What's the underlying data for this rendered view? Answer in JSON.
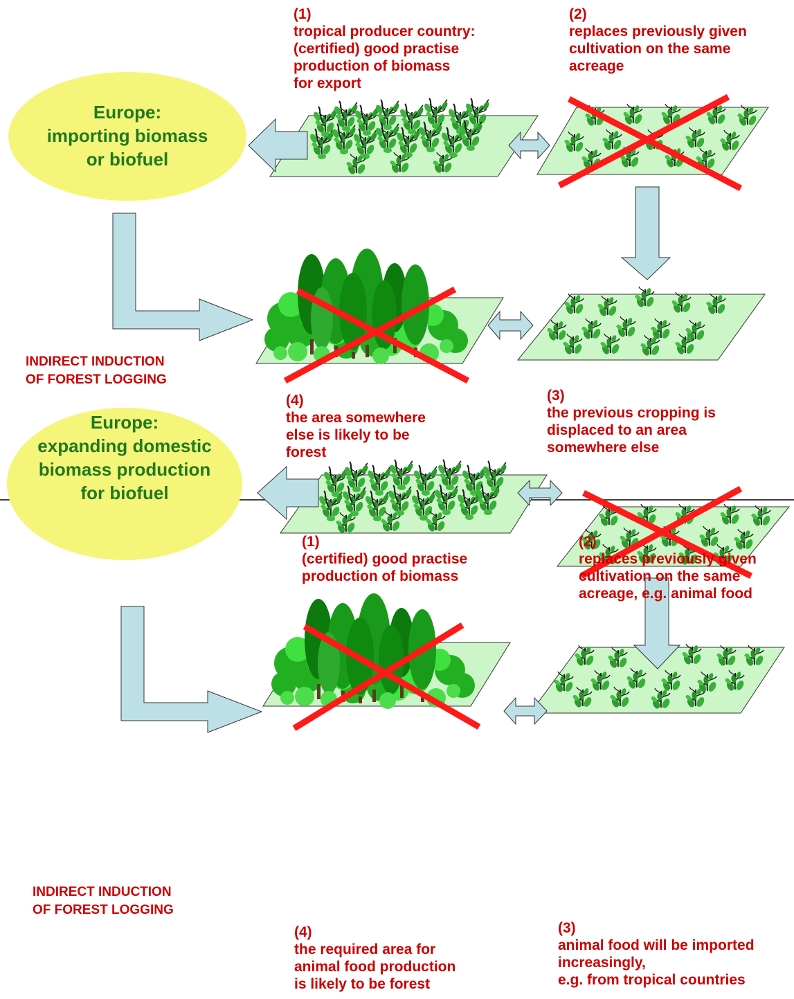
{
  "panels": [
    {
      "europe": {
        "line1": "Europe:",
        "line2": "importing biomass",
        "line3": "or biofuel"
      },
      "step1": {
        "num": "(1)",
        "lines": [
          "tropical producer country:",
          "(certified) good practise",
          "production of biomass",
          "for export"
        ]
      },
      "step2": {
        "num": "(2)",
        "lines": [
          "replaces previously given",
          "cultivation on the same",
          "acreage"
        ]
      },
      "step3": {
        "num": "(3)",
        "lines": [
          "the previous cropping is",
          "displaced to an area",
          "somewhere else"
        ]
      },
      "step4": {
        "num": "(4)",
        "lines": [
          "the area somewhere",
          "else is likely to be",
          "forest"
        ]
      },
      "indirect": {
        "line1": "INDIRECT INDUCTION",
        "line2": "OF FOREST LOGGING"
      }
    },
    {
      "europe": {
        "line1": "Europe:",
        "line2": "expanding domestic",
        "line3": "biomass production",
        "line4": "for biofuel"
      },
      "step1": {
        "num": "(1)",
        "lines": [
          "(certified) good practise",
          "production of biomass"
        ]
      },
      "step2": {
        "num": "(2)",
        "lines": [
          "replaces previously given",
          "cultivation on the same",
          "acreage, e.g. animal food"
        ]
      },
      "step3": {
        "num": "(3)",
        "lines": [
          "animal food will be imported",
          "increasingly,",
          "e.g. from tropical countries"
        ]
      },
      "step4": {
        "num": "(4)",
        "lines": [
          "the required area for",
          "animal food production",
          "is likely to be forest"
        ]
      },
      "indirect": {
        "line1": "INDIRECT INDUCTION",
        "line2": "OF FOREST LOGGING"
      }
    }
  ],
  "colors": {
    "label_red": "#cc0000",
    "europe_text": "#1f7a1f",
    "ellipse_fill": "#f5f57a",
    "field_fill": "#ccf5c8",
    "arrow_fill": "#bde0e6",
    "cross_red": "#ff1a1a",
    "divider": "#000000"
  },
  "icons": [
    "field-of-crops",
    "forest",
    "red-cross",
    "block-arrow"
  ]
}
